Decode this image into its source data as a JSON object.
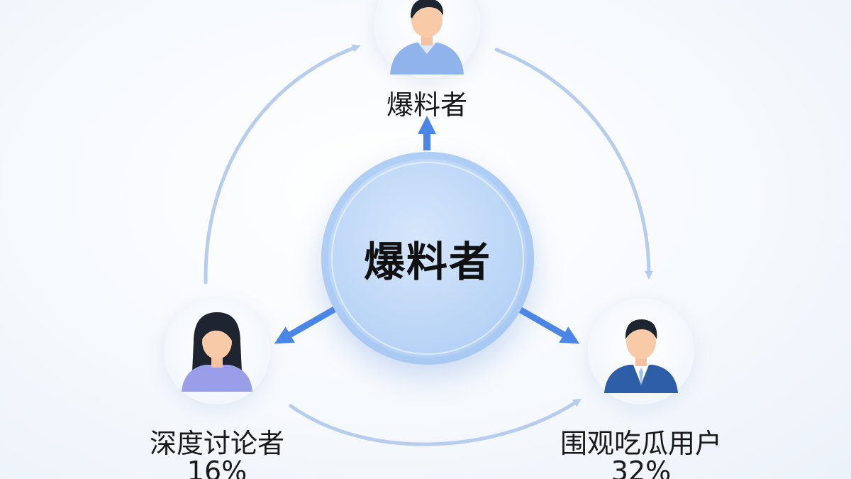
{
  "center": {
    "label": "爆料者"
  },
  "nodes": {
    "top": {
      "label": "爆料者"
    },
    "left": {
      "label": "深度讨论者",
      "percent": "16%"
    },
    "right": {
      "label": "围观吃瓜用户",
      "percent": "32%"
    }
  },
  "colors": {
    "arrow_strong": "#4a86e8",
    "arrow_light": "#b7cdef",
    "center_fill": "#bcd6f7",
    "avatar_shirt_top": "#8fb3ea",
    "avatar_shirt_left": "#9a9ee8",
    "avatar_suit_right": "#2f5ea8"
  },
  "icons": [
    "male-user-icon",
    "female-user-icon",
    "male-suit-user-icon"
  ]
}
